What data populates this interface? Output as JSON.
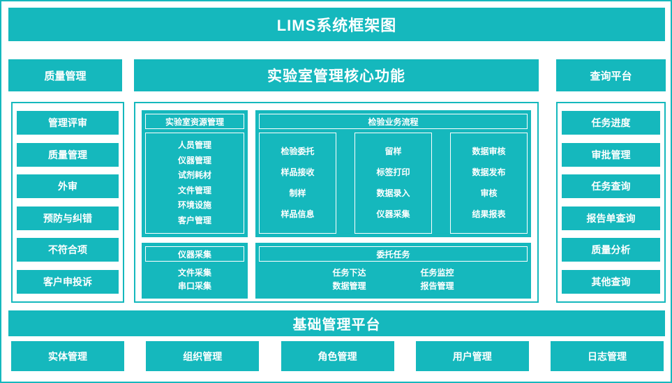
{
  "title": "LIMS系统框架图",
  "header_row": {
    "left": "质量管理",
    "center": "实验室管理核心功能",
    "right": "查询平台"
  },
  "left_panel": {
    "items": [
      "管理评审",
      "质量管理",
      "外审",
      "预防与纠错",
      "不符合项",
      "客户申投诉"
    ]
  },
  "center": {
    "resource_management": {
      "title": "实验室资源管理",
      "items": [
        "人员管理",
        "仪器管理",
        "试剂耗材",
        "文件管理",
        "环境设施",
        "客户管理"
      ]
    },
    "inspection_process": {
      "title": "检验业务流程",
      "columns": [
        [
          "检验委托",
          "样品接收",
          "制样",
          "样品信息"
        ],
        [
          "留样",
          "标签打印",
          "数据录入",
          "仪器采集"
        ],
        [
          "数据审核",
          "数据发布",
          "审核",
          "结果报表"
        ]
      ]
    },
    "instrument_collection": {
      "title": "仪器采集",
      "items": [
        "文件采集",
        "串口采集"
      ]
    },
    "commissioned_tasks": {
      "title": "委托任务",
      "columns": [
        [
          "任务下达",
          "数据管理"
        ],
        [
          "任务监控",
          "报告管理"
        ]
      ]
    }
  },
  "right_panel": {
    "items": [
      "任务进度",
      "审批管理",
      "任务查询",
      "报告单查询",
      "质量分析",
      "其他查询"
    ]
  },
  "platform_banner": "基础管理平台",
  "bottom_row": [
    "实体管理",
    "组织管理",
    "角色管理",
    "用户管理",
    "日志管理"
  ],
  "colors": {
    "accent": "#15b8bd",
    "text": "#ffffff",
    "background": "#ffffff"
  }
}
